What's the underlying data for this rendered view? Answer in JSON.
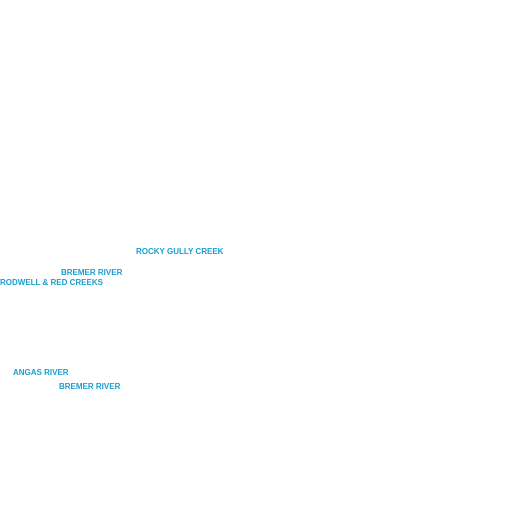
{
  "map": {
    "label_color": "#1a9fd0",
    "labels": [
      {
        "text": "ROCKY GULLY CREEK"
      },
      {
        "text": "BREMER RIVER"
      },
      {
        "text": "RODWELL & RED CREEKS"
      },
      {
        "text": "ANGAS RIVER"
      },
      {
        "text": "BREMER RIVER"
      }
    ]
  }
}
